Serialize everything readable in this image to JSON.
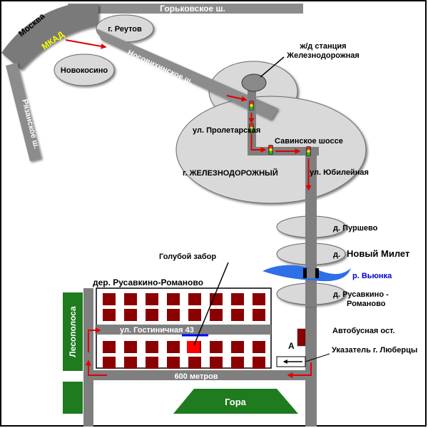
{
  "roads": {
    "gorkovskoe": "Горьковское ш.",
    "moskva": "Москва",
    "mkad": "МКАД",
    "nosovikhinskoe": "Носовихинское ш.",
    "ryazanskoe": "Рязанское ш."
  },
  "places": {
    "reutov": "г. Реутов",
    "novokosino": "Новокосино",
    "station": "ж/д станция\nЖелезнодорожная",
    "proletarskaya": "ул. Пролетарская",
    "savinskoe": "Савинское шоссе",
    "zheleznodorozhny": "г. ЖЕЛЕЗНОДОРОЖНЫЙ",
    "yubileynaya": "ул. Юбилейная",
    "purshevo": "д. Пуршево",
    "novy_milet_prefix": "д.",
    "novy_milet": "Новый Милет",
    "vyunka": "р. Вьюнка",
    "rusavkino_right": "д. Русавкино -\nРоманово",
    "blue_fence": "Голубой забор",
    "rusavkino_village": "дер. Русавкино-Романово",
    "gostinichnaya": "ул. Гостиничная 43",
    "lesopolosa": "Лесополоса",
    "bus_stop": "Автобусная ост.",
    "pointer_letter": "А",
    "pointer_lyubertsy": "Указатель г. Люберцы",
    "distance": "600 метров",
    "gora": "Гора"
  },
  "colors": {
    "road": "#7f7f7f",
    "ellipse": "#d9d9d9",
    "house": "#8b0000",
    "route": "#e00000",
    "green": "#1e7b1e",
    "river": "#2f6fe8",
    "fence": "#0000ff",
    "target": "#ff0000",
    "mkad_text": "#ffff00"
  }
}
